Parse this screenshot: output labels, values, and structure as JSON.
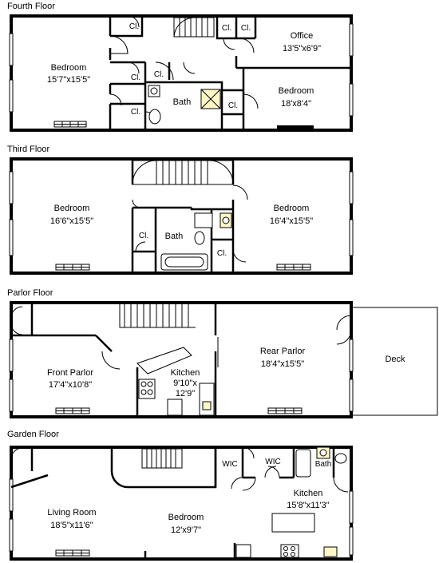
{
  "floors": {
    "fourth": {
      "title": "Fourth Floor",
      "rooms": {
        "bedroom_front": {
          "name": "Bedroom",
          "dims": "15'7\"x15'5\""
        },
        "office": {
          "name": "Office",
          "dims": "13'5\"x6'9\""
        },
        "bedroom_rear": {
          "name": "Bedroom",
          "dims": "18'x8'4\""
        },
        "bath": {
          "name": "Bath"
        }
      },
      "closet_label": "Cl."
    },
    "third": {
      "title": "Third Floor",
      "rooms": {
        "bedroom_front": {
          "name": "Bedroom",
          "dims": "16'6\"x15'5\""
        },
        "bedroom_rear": {
          "name": "Bedroom",
          "dims": "16'4\"x15'5\""
        },
        "bath": {
          "name": "Bath"
        }
      },
      "closet_label": "Cl."
    },
    "parlor": {
      "title": "Parlor Floor",
      "rooms": {
        "front_parlor": {
          "name": "Front Parlor",
          "dims": "17'4\"x10'8\""
        },
        "kitchen": {
          "name": "Kitchen",
          "dims_line1": "9'10\"x",
          "dims_line2": "12'9\""
        },
        "rear_parlor": {
          "name": "Rear Parlor",
          "dims": "18'4\"x15'5\""
        },
        "deck": {
          "name": "Deck"
        }
      }
    },
    "garden": {
      "title": "Garden Floor",
      "rooms": {
        "living_room": {
          "name": "Living Room",
          "dims": "18'5\"x11'6\""
        },
        "bedroom": {
          "name": "Bedroom",
          "dims": "12'x9'7\""
        },
        "kitchen": {
          "name": "Kitchen",
          "dims": "15'8\"x11'3\""
        },
        "bath": {
          "name": "Bath"
        }
      },
      "wic_label": "WIC"
    }
  }
}
